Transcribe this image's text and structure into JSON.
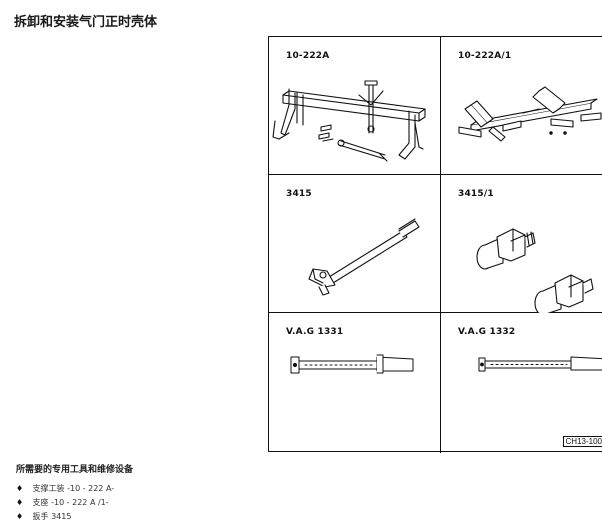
{
  "page": {
    "title": "拆卸和安装气门正时壳体",
    "figure_code": "CH13-100",
    "section_heading": "所需要的专用工具和维修设备"
  },
  "tools": [
    {
      "label": "10-222A",
      "illustration": "engine-support-bridge"
    },
    {
      "label": "10-222A/1",
      "illustration": "support-adapter"
    },
    {
      "label": "3415",
      "illustration": "counter-hold-wrench"
    },
    {
      "label": "3415/1",
      "illustration": "adapter-bolts"
    },
    {
      "label": "V.A.G 1331",
      "illustration": "torque-wrench"
    },
    {
      "label": "V.A.G 1332",
      "illustration": "torque-wrench"
    }
  ],
  "equipment_list": {
    "bullet": "♦",
    "items": [
      "支撑工装 -10 - 222 A-",
      "支座 -10 - 222 A /1-",
      "扳手 3415"
    ]
  }
}
